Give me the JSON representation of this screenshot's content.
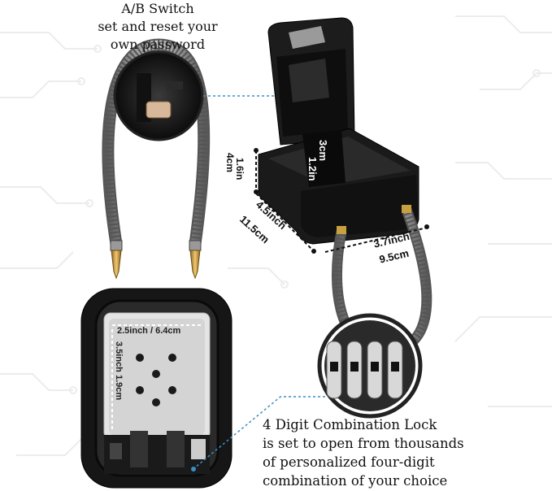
{
  "switch_callout": {
    "title_line1": "A/B Switch",
    "title_line2": "set and reset your",
    "title_line3": "own password"
  },
  "dimensions": {
    "inner_height_in": "1.2in",
    "inner_depth_cm": "3cm",
    "height_in": "1.6in",
    "height_cm": "4cm",
    "length_in": "4.5inch",
    "length_cm": "11.5cm",
    "width_in": "3.7inch",
    "width_cm": "9.5cm",
    "front_width": "2.5inch / 6.4cm",
    "front_height": "3.5inch 1.9cm"
  },
  "combination_caption": {
    "line1": "4 Digit Combination Lock",
    "line2": "is set to open from thousands",
    "line3": "of personalized four-digit",
    "line4": "combination of your choice"
  },
  "colors": {
    "body_black": "#1a1a1a",
    "cable_gray": "#8a8a8a",
    "brass": "#c9a040",
    "callout_blue": "#3a8fc7",
    "pattern_gray": "#ececec"
  }
}
